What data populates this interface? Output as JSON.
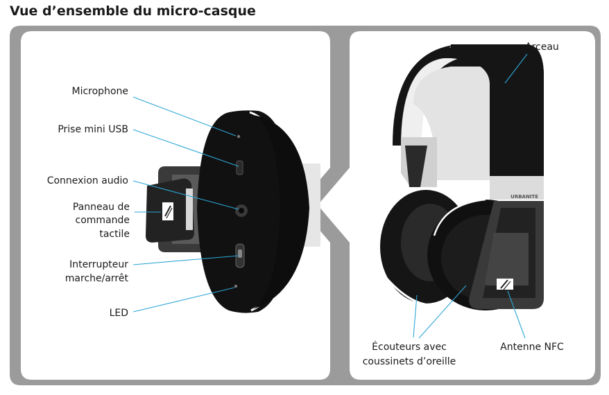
{
  "title": "Vue d’ensemble du micro-casque",
  "left_panel": {
    "labels": {
      "microphone": "Microphone",
      "usb": "Prise mini USB",
      "audio": "Connexion audio",
      "panel_1": "Panneau de",
      "panel_2": "commande",
      "panel_3": "tactile",
      "switch_1": "Interrupteur",
      "switch_2": "marche/arrêt",
      "led": "LED"
    }
  },
  "right_panel": {
    "labels": {
      "headband": "Arceau",
      "earcups_1": "Écouteurs avec",
      "earcups_2": "coussinets d’oreille",
      "nfc": "Antenne NFC"
    },
    "brand_text": "URBANITE"
  },
  "colors": {
    "leader": "#2ca6d6",
    "frame": "#9b9b9b",
    "body": "#111111"
  }
}
